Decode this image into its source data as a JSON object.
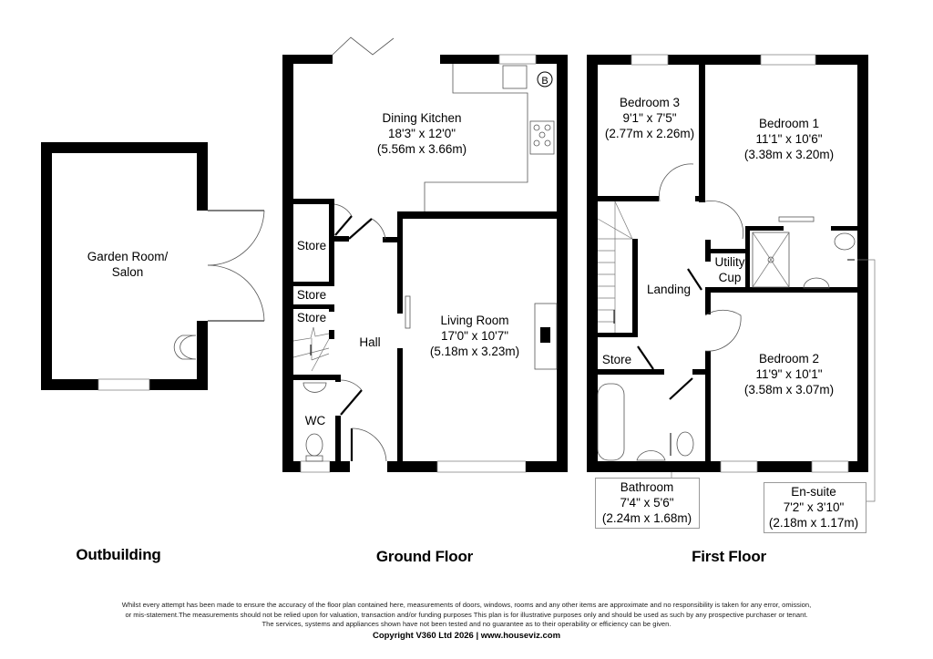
{
  "floors": {
    "outbuilding": {
      "title": "Outbuilding"
    },
    "ground": {
      "title": "Ground Floor"
    },
    "first": {
      "title": "First Floor"
    }
  },
  "rooms": {
    "garden_room": {
      "name_line1": "Garden Room/",
      "name_line2": "Salon"
    },
    "dining_kitchen": {
      "name": "Dining Kitchen",
      "imperial": "18'3\" x 12'0\"",
      "metric": "(5.56m x 3.66m)"
    },
    "living_room": {
      "name": "Living Room",
      "imperial": "17'0\" x 10'7\"",
      "metric": "(5.18m x 3.23m)"
    },
    "hall": {
      "name": "Hall"
    },
    "store_gf_1": {
      "name": "Store"
    },
    "store_gf_2": {
      "name": "Store"
    },
    "store_gf_3": {
      "name": "Store"
    },
    "wc": {
      "name": "WC"
    },
    "bedroom_3": {
      "name": "Bedroom 3",
      "imperial": "9'1\" x 7'5\"",
      "metric": "(2.77m x 2.26m)"
    },
    "bedroom_1": {
      "name": "Bedroom 1",
      "imperial": "11'1\" x 10'6\"",
      "metric": "(3.38m x 3.20m)"
    },
    "bedroom_2": {
      "name": "Bedroom 2",
      "imperial": "11'9\" x 10'1\"",
      "metric": "(3.58m x 3.07m)"
    },
    "landing": {
      "name": "Landing"
    },
    "utility_cup": {
      "name_line1": "Utility",
      "name_line2": "Cup"
    },
    "store_ff": {
      "name": "Store"
    },
    "bathroom": {
      "name": "Bathroom",
      "imperial": "7'4\" x 5'6\"",
      "metric": "(2.24m x 1.68m)"
    },
    "en_suite": {
      "name": "En-suite",
      "imperial": "7'2\" x 3'10\"",
      "metric": "(2.18m x 1.17m)"
    }
  },
  "symbols": {
    "boiler": "B"
  },
  "footer": {
    "disclaimer_line1": "Whilst every attempt has been made to ensure the accuracy of the floor plan contained here, measurements of doors, windows, rooms and any other items are approximate and no responsibility is taken for any error, omission,",
    "disclaimer_line2": "or mis-statement.The measurements should not be relied upon for valuation, transaction and/or funding purposes This plan is for illustrative purposes only and should be used as such by any prospective purchaser or tenant.",
    "disclaimer_line3": "The services, systems and appliances shown have not been tested and no guarantee as to their operability or efficiency can be given.",
    "copyright": "Copyright V360 Ltd 2026 | www.houseviz.com"
  }
}
